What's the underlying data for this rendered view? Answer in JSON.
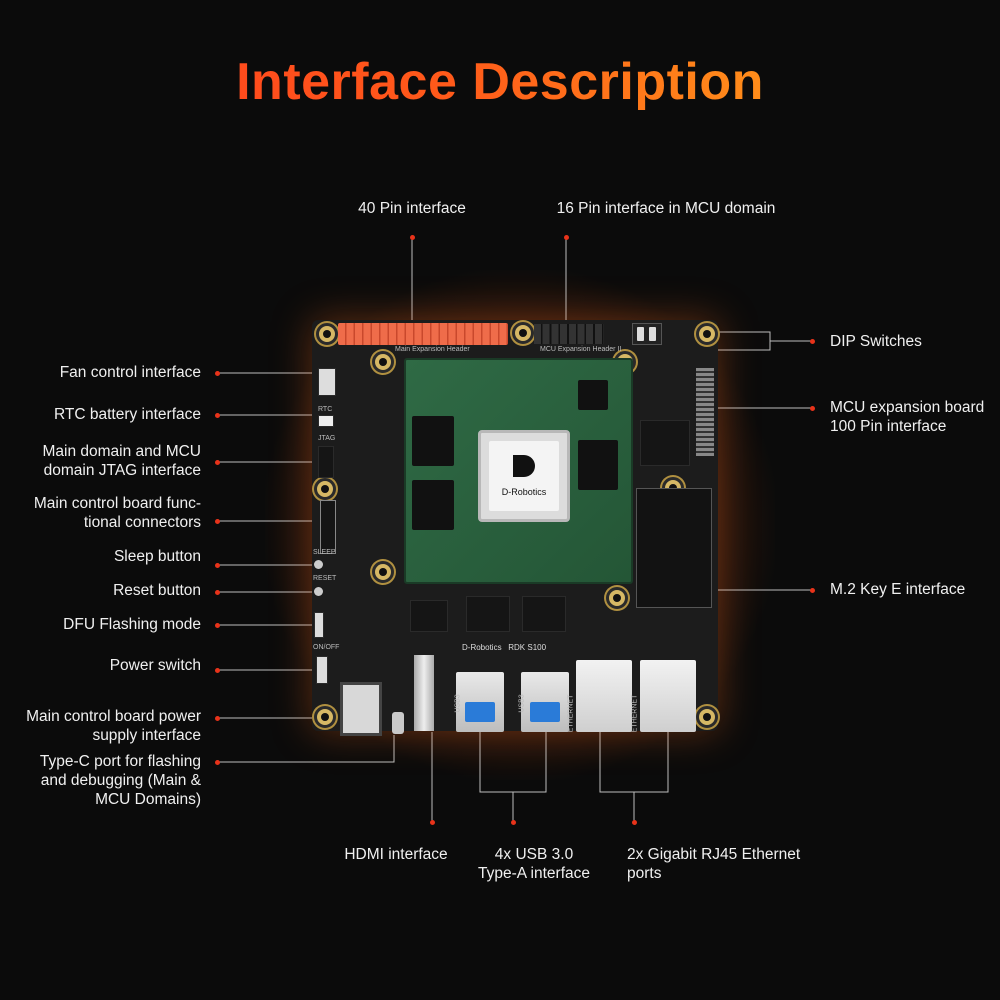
{
  "title": "Interface Description",
  "board": {
    "brand": "D-Robotics",
    "model": "RDK S100",
    "chip_label": "D-Robotics"
  },
  "labels": {
    "pin40": "40 Pin interface",
    "pin16": "16 Pin interface in MCU domain",
    "dip": "DIP Switches",
    "mcu_exp_1": "MCU expansion board",
    "mcu_exp_2": "100 Pin interface",
    "m2": "M.2 Key E interface",
    "fan": "Fan control interface",
    "rtc": "RTC battery interface",
    "jtag_1": "Main domain and MCU",
    "jtag_2": "domain JTAG interface",
    "func_1": "Main control board func-",
    "func_2": "tional connectors",
    "sleep": "Sleep button",
    "reset": "Reset button",
    "dfu": "DFU Flashing mode",
    "power_switch": "Power switch",
    "power_1": "Main control board power",
    "power_2": "supply interface",
    "typec_1": "Type-C port for flashing",
    "typec_2": "and debugging (Main &",
    "typec_3": "MCU Domains)",
    "hdmi": "HDMI interface",
    "usb_1": "4x USB 3.0",
    "usb_2": "Type-A interface",
    "eth_1": "2x Gigabit RJ45 Ethernet",
    "eth_2": "ports"
  },
  "silkscreen": {
    "header": "Main Expansion Header",
    "mcu_header": "MCU Expansion Header II",
    "sleep": "SLEEP",
    "reset": "RESET",
    "onoff": "ON/OFF",
    "rtc": "RTC",
    "jtag": "JTAG",
    "usb3": "USB3",
    "ethernet": "ETHERNET"
  },
  "colors": {
    "accent": "#e8331a",
    "title_start": "#ff3b1f",
    "title_end": "#ffb31a",
    "background": "#0b0b0b"
  }
}
